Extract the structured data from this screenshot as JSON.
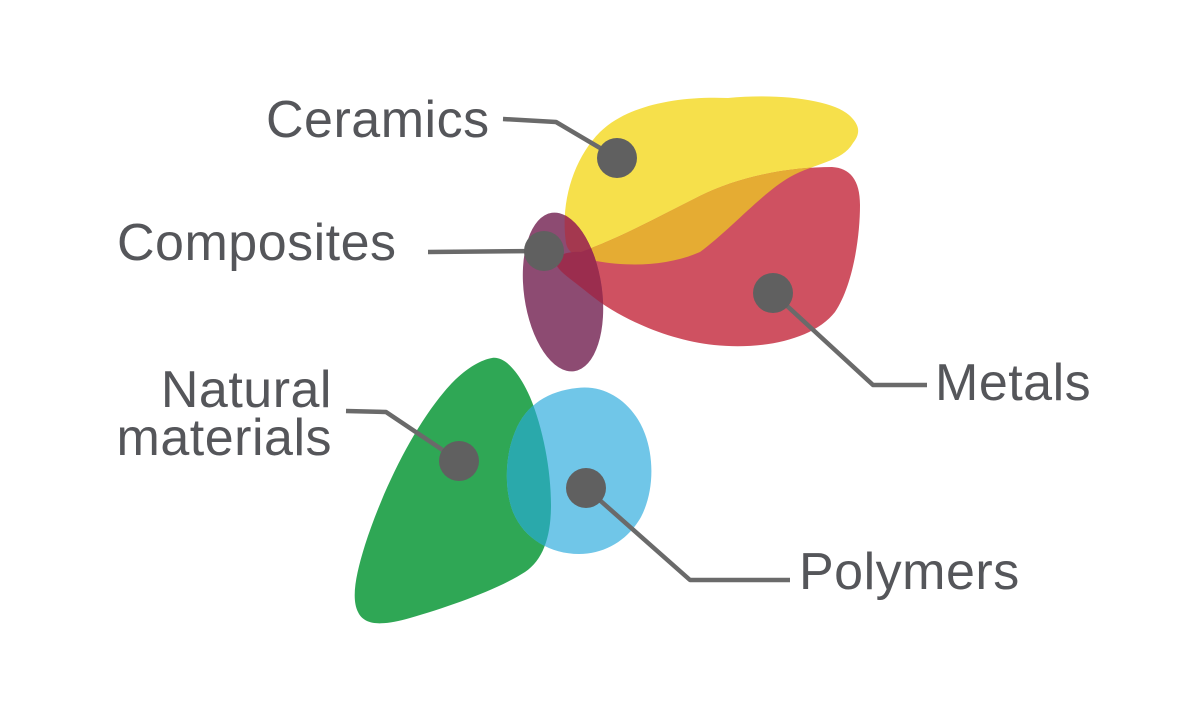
{
  "diagram": {
    "title_hidden": "",
    "labels": {
      "ceramics": "Ceramics",
      "composites": "Composites",
      "natural_line1": "Natural",
      "natural_line2": "materials",
      "metals": "Metals",
      "polymers": "Polymers"
    }
  },
  "colors": {
    "background": "#FFFFFF",
    "ceramics": "#F6E04B",
    "metals": "#CF5161",
    "ceramics_metals_overlap": "#E5AC33",
    "composites": "#8D4B72",
    "composites_metals_overlap": "#9B2D4E",
    "composites_ceramics_overlap": "#A4384F",
    "natural_materials": "#2FA755",
    "polymers": "#70C6E8",
    "natural_polymers_overlap": "#2AA9AB",
    "dot": "#606060",
    "line": "#6A6A6A",
    "text": "#55565A"
  }
}
